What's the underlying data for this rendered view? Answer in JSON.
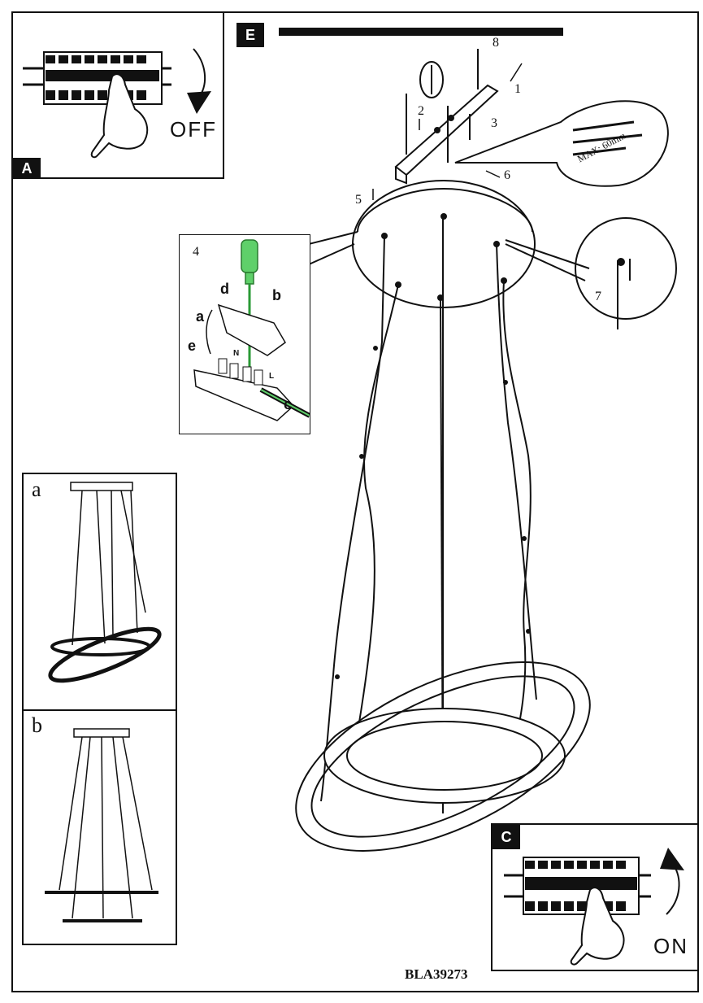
{
  "sections": {
    "off_step": {
      "badge": "A",
      "switch_label": "OFF"
    },
    "install_step": {
      "badge": "E"
    },
    "on_step": {
      "badge": "C",
      "switch_label": "ON"
    }
  },
  "wiring_detail": {
    "step": "4",
    "callouts": [
      "a",
      "b",
      "c",
      "d",
      "e"
    ],
    "wire_labels": [
      "N",
      "L"
    ]
  },
  "steps": [
    "1",
    "2",
    "3",
    "5",
    "6",
    "7",
    "8"
  ],
  "cable_label": "MAX: 60mm",
  "height_options": {
    "option_a": "a",
    "option_b": "b"
  },
  "document_code": "BLA39273",
  "colors": {
    "screwdriver": "#5fd06a",
    "ink": "#111111"
  }
}
